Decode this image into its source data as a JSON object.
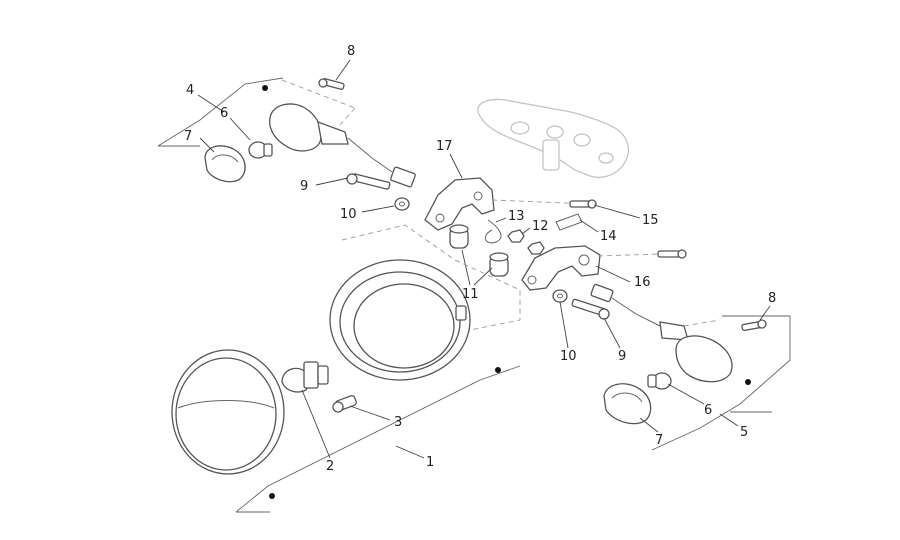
{
  "diagram": {
    "callouts": {
      "c1": "1",
      "c2": "2",
      "c3": "3",
      "c4": "4",
      "c5": "5",
      "c6_left": "6",
      "c6_right": "6",
      "c7_left": "7",
      "c7_right": "7",
      "c8_left": "8",
      "c8_right": "8",
      "c9_left": "9",
      "c9_right": "9",
      "c10_left": "10",
      "c10_right": "10",
      "c11": "11",
      "c12": "12",
      "c13": "13",
      "c14": "14",
      "c15": "15",
      "c16": "16",
      "c17": "17"
    }
  }
}
